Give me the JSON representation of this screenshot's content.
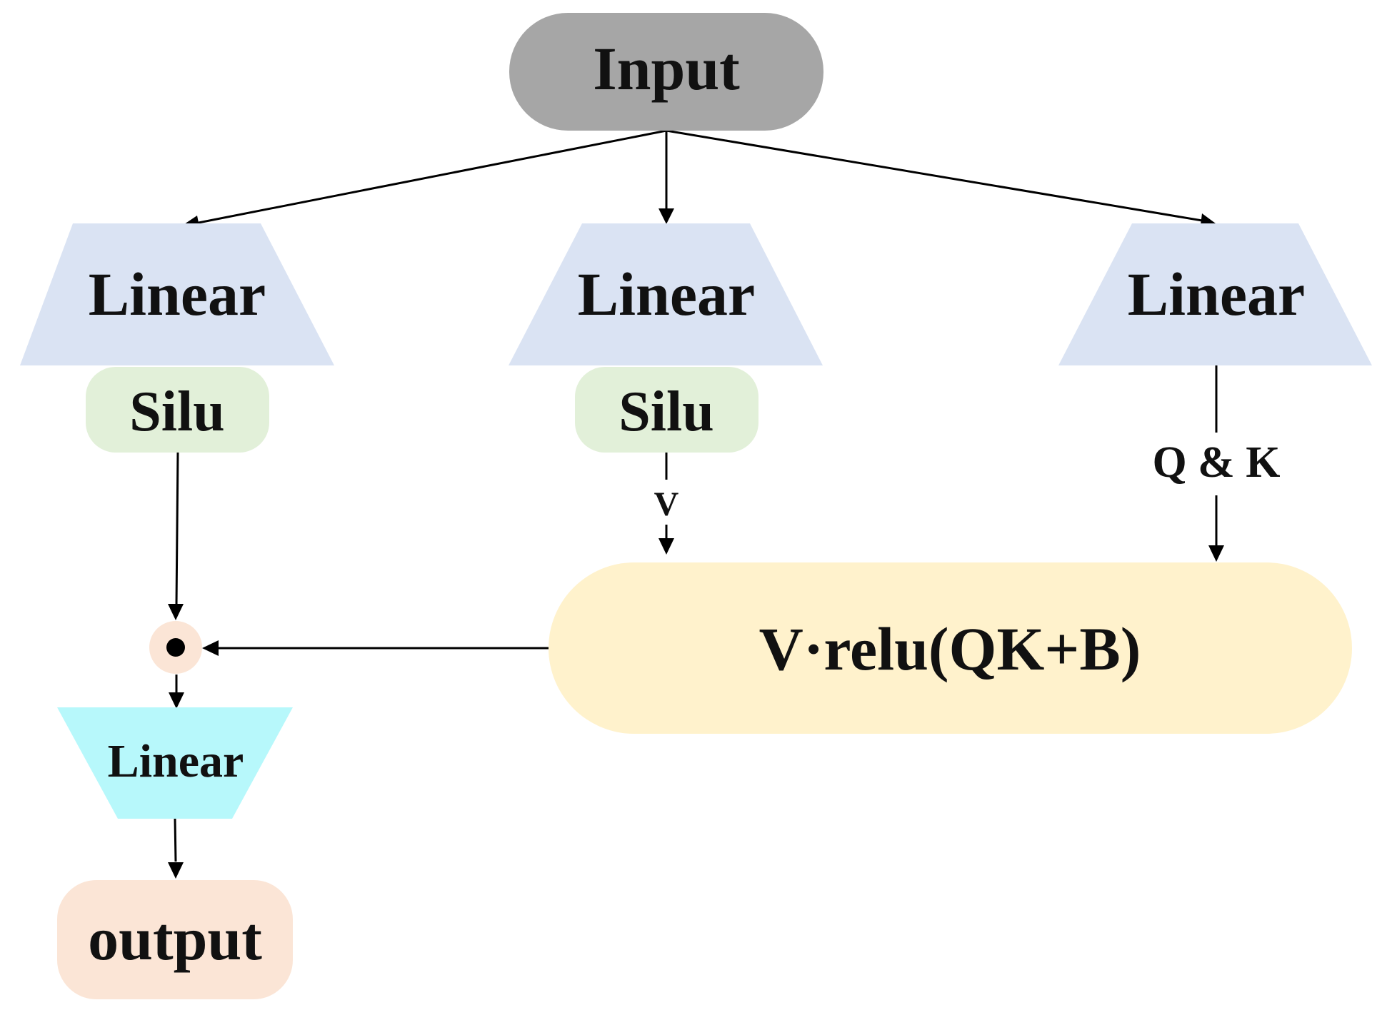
{
  "diagram": {
    "input": {
      "label": "Input",
      "color": "#a6a6a6"
    },
    "linear_left": {
      "label": "Linear",
      "color": "#dae3f3"
    },
    "linear_mid": {
      "label": "Linear",
      "color": "#dae3f3"
    },
    "linear_right": {
      "label": "Linear",
      "color": "#dae3f3"
    },
    "silu_left": {
      "label": "Silu",
      "color": "#e2f0d9"
    },
    "silu_mid": {
      "label": "Silu",
      "color": "#e2f0d9"
    },
    "v_label": "V",
    "qk_label": "Q & K",
    "attention": {
      "label": "V·relu(QK+B)",
      "color": "#fff2cc"
    },
    "multiply": {
      "color": "#fbe5d6"
    },
    "linear_out": {
      "label": "Linear",
      "color": "#b7f8fb"
    },
    "output": {
      "label": "output",
      "color": "#fbe5d6"
    }
  }
}
